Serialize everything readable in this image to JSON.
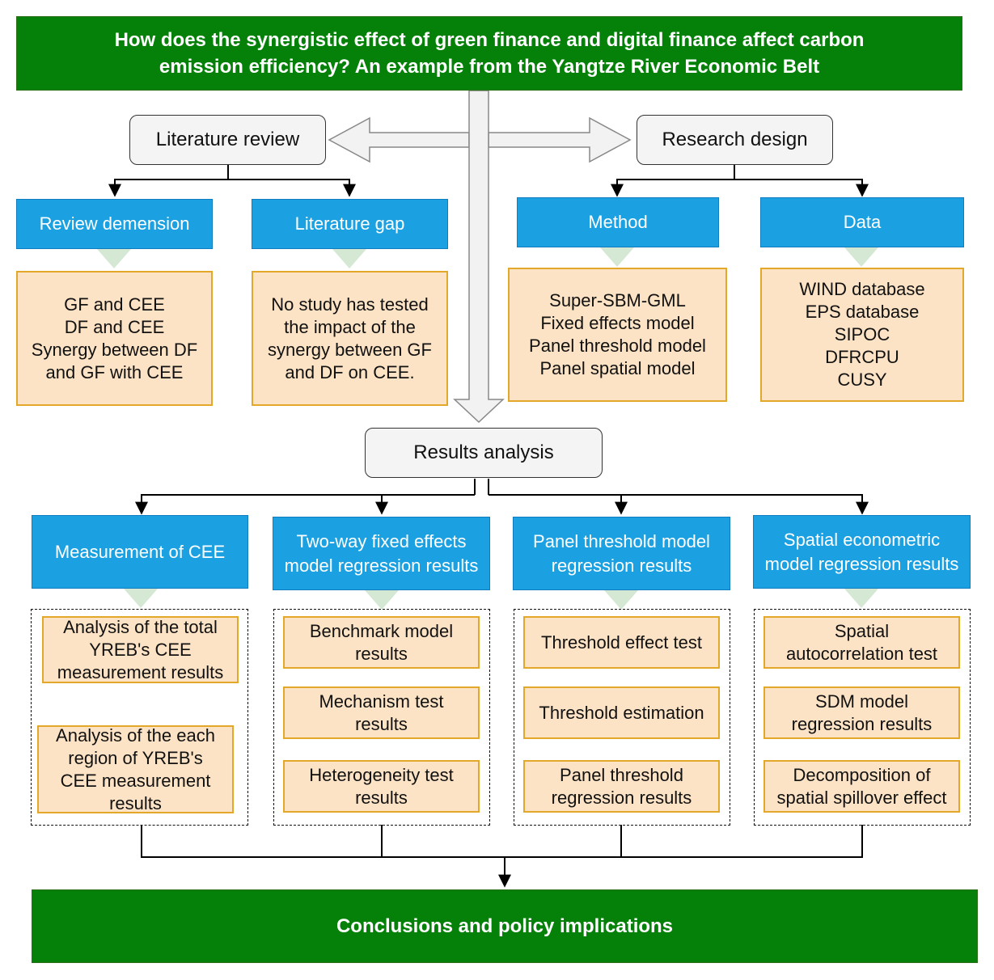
{
  "title": {
    "line1": "How does the synergistic effect of green finance and digital finance affect carbon",
    "line2": "emission efficiency? An example from the Yangtze River Economic Belt"
  },
  "literature_review": {
    "label": "Literature review",
    "review_dimension": {
      "label": "Review demension",
      "items": [
        "GF and CEE",
        "DF and CEE",
        "Synergy between DF",
        "and GF with CEE"
      ]
    },
    "literature_gap": {
      "label": "Literature gap",
      "items": [
        "No study has tested",
        "the impact of the",
        "synergy between GF",
        "and DF on CEE."
      ]
    }
  },
  "research_design": {
    "label": "Research design",
    "method": {
      "label": "Method",
      "items": [
        "Super-SBM-GML",
        "Fixed effects model",
        "Panel threshold model",
        "Panel spatial model"
      ]
    },
    "data": {
      "label": "Data",
      "items": [
        "WIND database",
        "EPS database",
        "SIPOC",
        "DFRCPU",
        "CUSY"
      ]
    }
  },
  "results_analysis": {
    "label": "Results analysis",
    "columns": [
      {
        "header": [
          "Measurement of CEE"
        ],
        "items": [
          [
            "Analysis of the total",
            "YREB's CEE",
            "measurement results"
          ],
          [
            "Analysis of the each",
            "region of YREB's",
            "CEE measurement",
            "results"
          ]
        ]
      },
      {
        "header": [
          "Two-way fixed effects",
          "model regression results"
        ],
        "items": [
          [
            "Benchmark model",
            "results"
          ],
          [
            "Mechanism test",
            "results"
          ],
          [
            "Heterogeneity test",
            "results"
          ]
        ]
      },
      {
        "header": [
          "Panel threshold model",
          "regression results"
        ],
        "items": [
          [
            "Threshold effect test"
          ],
          [
            "Threshold estimation"
          ],
          [
            "Panel threshold",
            "regression results"
          ]
        ]
      },
      {
        "header": [
          "Spatial econometric",
          "model regression results"
        ],
        "items": [
          [
            "Spatial",
            "autocorrelation test"
          ],
          [
            "SDM model",
            "regression results"
          ],
          [
            "Decomposition of",
            "spatial spillover effect"
          ]
        ]
      }
    ]
  },
  "conclusion": {
    "label": "Conclusions and policy implications"
  },
  "colors": {
    "green": "#058009",
    "blue": "#1ba1e2",
    "orange_fill": "#fde3c5",
    "orange_border": "#e3a72a",
    "gray_fill": "#f4f4f4",
    "triangle": "#d5e8d4"
  }
}
